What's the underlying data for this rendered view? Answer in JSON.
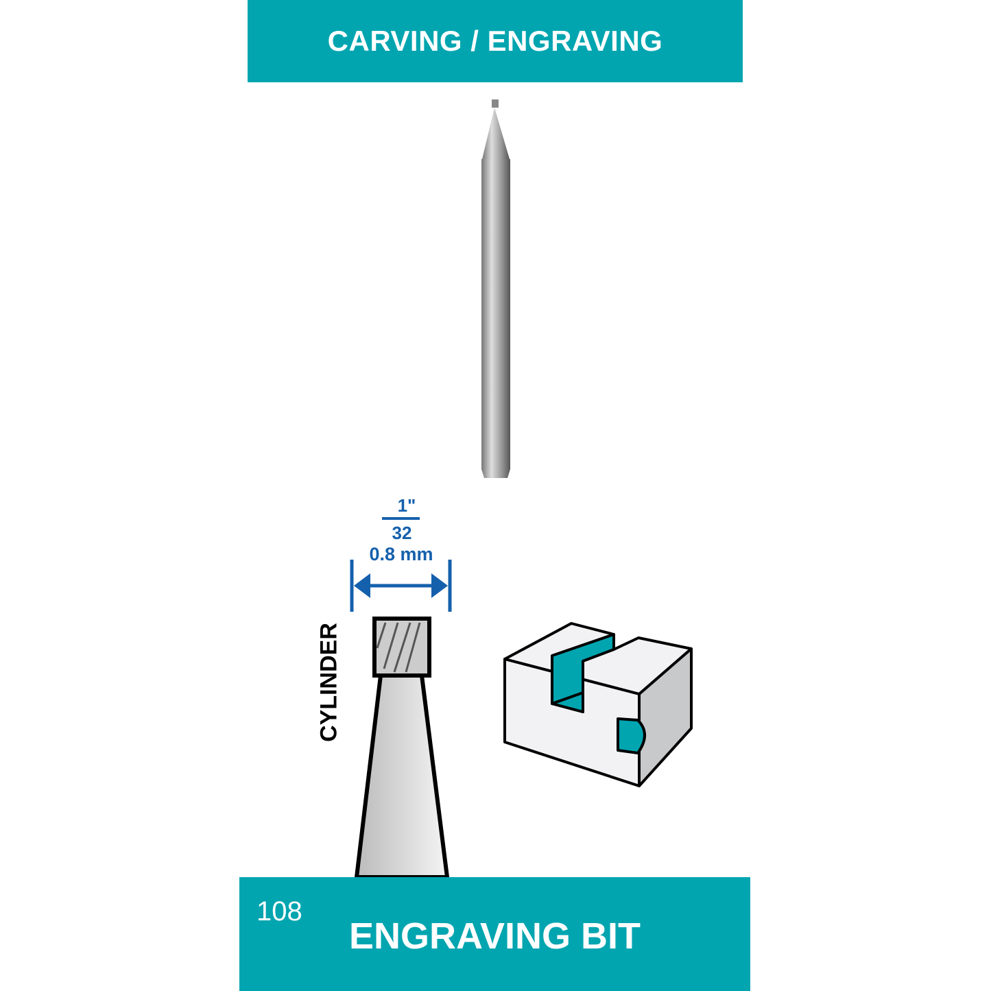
{
  "header": {
    "title": "CARVING / ENGRAVING"
  },
  "dimension": {
    "fraction_numerator": "1\"",
    "fraction_denominator": "32",
    "metric": "0.8 mm"
  },
  "shape_label": "CYLINDER",
  "footer": {
    "model_number": "108",
    "product_name": "ENGRAVING BIT"
  },
  "colors": {
    "brand": "#00a5b0",
    "dimension": "#1560ad"
  }
}
